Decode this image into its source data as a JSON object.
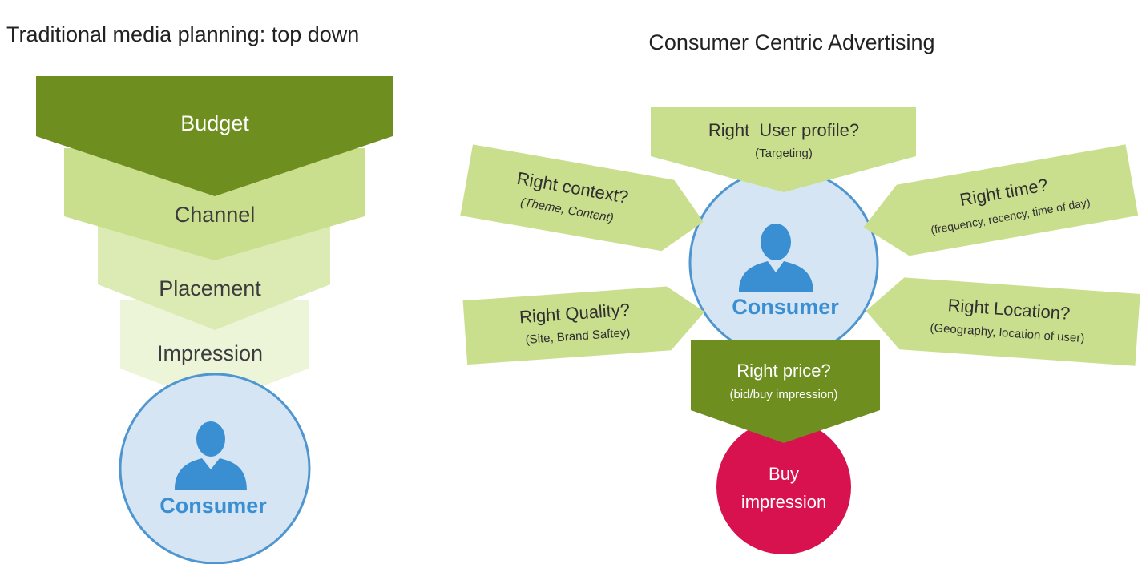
{
  "left_panel": {
    "title": "Traditional media planning: top down",
    "levels": [
      {
        "label": "Budget",
        "color": "#6E8E1F",
        "text_color": "#FFFFFF"
      },
      {
        "label": "Channel",
        "color": "#CADF8E",
        "text_color": "#3C3C3C"
      },
      {
        "label": "Placement",
        "color": "#DCEAB4",
        "text_color": "#3C3C3C"
      },
      {
        "label": "Impression",
        "color": "#EDF5D8",
        "text_color": "#3C3C3C"
      }
    ],
    "consumer_label": "Consumer"
  },
  "right_panel": {
    "title": "Consumer Centric Advertising",
    "consumer_label": "Consumer",
    "top": {
      "title": "Right  User profile?",
      "sub": "(Targeting)"
    },
    "context": {
      "title": "Right context?",
      "sub": "(Theme, Content)"
    },
    "time": {
      "title": "Right time?",
      "sub": "(frequency, recency, time of day)"
    },
    "quality": {
      "title": "Right Quality?",
      "sub": "(Site, Brand Saftey)"
    },
    "location": {
      "title": "Right Location?",
      "sub": "(Geography, location of user)"
    },
    "price": {
      "title": "Right price?",
      "sub": "(bid/buy impression)"
    },
    "buy": {
      "line1": "Buy",
      "line2": "impression"
    }
  },
  "colors": {
    "dark_green": "#6E8E1F",
    "light_green": "#CADF8E",
    "consumer_fill": "#D6E5F3",
    "consumer_stroke": "#4F95CF",
    "consumer_text": "#3A8FD2",
    "person": "#3A8FD2",
    "buy_fill": "#D8124F",
    "title_text": "#222222",
    "label_text": "#2F2F2F"
  },
  "icons": {
    "consumer": "person-icon"
  }
}
